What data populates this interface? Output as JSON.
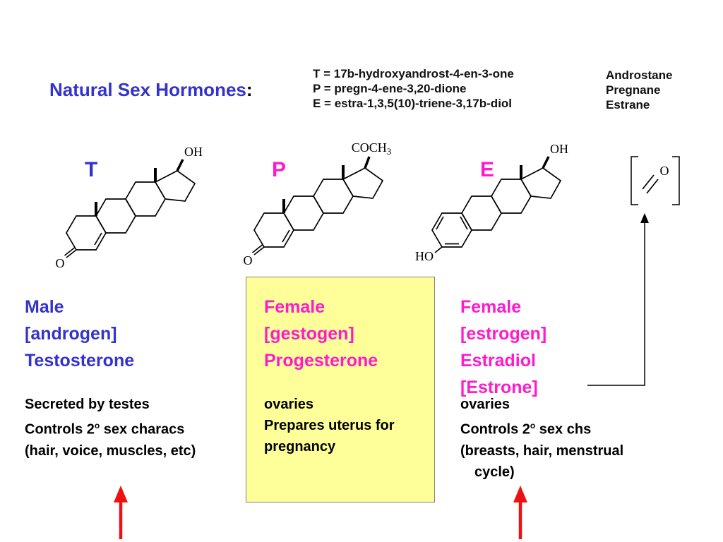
{
  "title": {
    "text": "Natural Sex Hormones",
    "colon": ":"
  },
  "legend": [
    "T = 17b-hydroxyandrost-4-en-3-one",
    "P = pregn-4-ene-3,20-dione",
    "E = estra-1,3,5(10)-triene-3,17b-diol"
  ],
  "skeletons": [
    "Androstane",
    "Pregnane",
    "Estrane"
  ],
  "structures": {
    "t": {
      "label": "T",
      "top": "OH",
      "bottom": "O"
    },
    "p": {
      "label": "P",
      "top_main": "COCH",
      "top_sub": "3",
      "bottom": "O"
    },
    "e": {
      "label": "E",
      "top": "OH",
      "bottom": "HO"
    },
    "bracket_atom": "O"
  },
  "columns": {
    "male": {
      "names": [
        "Male",
        "[androgen]",
        "Testosterone"
      ],
      "info1": "Secreted by testes",
      "info2": {
        "pre": "Controls 2",
        "sup": "o",
        "post": " sex characs"
      },
      "info3": "(hair, voice, muscles, etc)"
    },
    "gestogen": {
      "names": [
        "Female",
        "[gestogen]",
        "Progesterone"
      ],
      "info": [
        "ovaries",
        "Prepares uterus for",
        "pregnancy"
      ]
    },
    "estrogen": {
      "names": [
        "Female",
        "[estrogen]",
        "Estradiol",
        "[Estrone]"
      ],
      "info1": "ovaries",
      "info2": {
        "pre": "Controls 2",
        "sup": "o",
        "post": " sex chs"
      },
      "info3": "(breasts, hair, menstrual",
      "info4": "cycle)"
    }
  },
  "colors": {
    "blue": "#3333CC",
    "magenta": "#FF1ACC",
    "yellow_box": "#FFFF99",
    "red_arrow": "#EE1111"
  }
}
